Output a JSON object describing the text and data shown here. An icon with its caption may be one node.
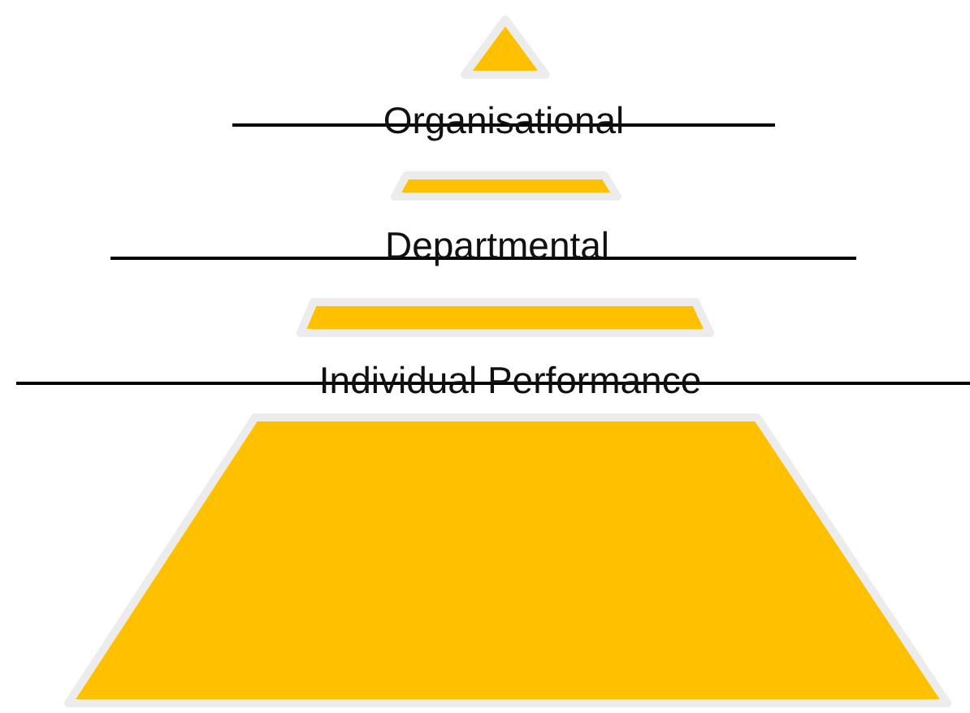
{
  "diagram": {
    "labels": [
      "Organisational",
      "Departmental",
      "Individual Performance"
    ]
  }
}
